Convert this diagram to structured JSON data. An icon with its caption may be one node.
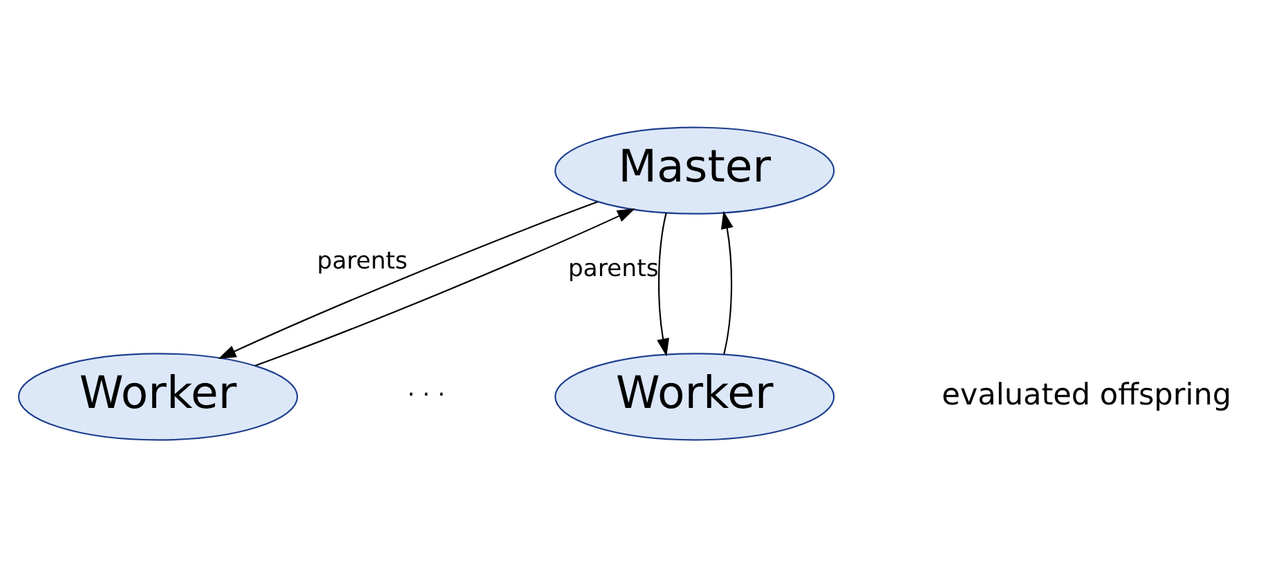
{
  "diagram": {
    "nodes": [
      {
        "text": [
          "Master"
        ]
      },
      {
        "text": [
          "Worker"
        ]
      },
      {
        "text": [
          "Worker"
        ]
      }
    ],
    "edges": [
      {
        "from": 0,
        "to": 1,
        "arrow": "to",
        "label": "parents"
      },
      {
        "from": 1,
        "to": 0,
        "arrow": "to"
      },
      {
        "from": 2,
        "to": 0,
        "arrow": "to"
      },
      {
        "from": 0,
        "to": 2,
        "arrow": "to",
        "label": "parents"
      }
    ],
    "labels": [
      "evaluated offspring",
      "· · ·"
    ]
  }
}
